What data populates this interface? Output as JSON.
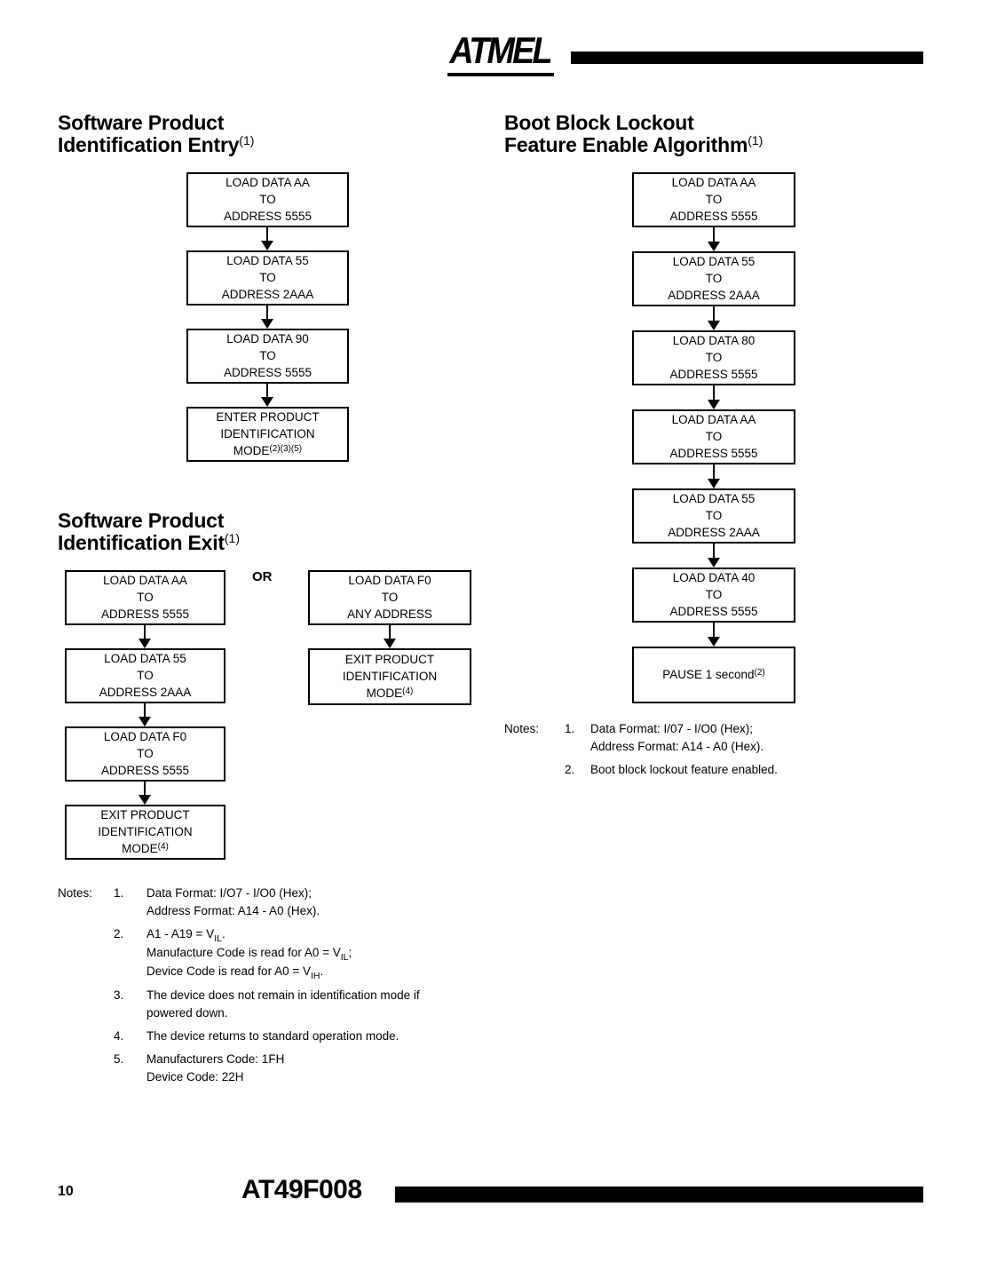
{
  "header": {
    "logo_text": "ATMEL"
  },
  "footer": {
    "page_number": "10",
    "doc_title": "AT49F008"
  },
  "sections": {
    "entry": {
      "title_l1": "Software Product",
      "title_l2": "Identification Entry",
      "title_sup": "(1)"
    },
    "boot": {
      "title_l1": "Boot Block Lockout",
      "title_l2": "Feature Enable Algorithm",
      "title_sup": "(1)"
    },
    "exit": {
      "title_l1": "Software Product",
      "title_l2": "Identification Exit",
      "title_sup": "(1)",
      "or_label": "OR"
    }
  },
  "flow": {
    "entry": {
      "b1": {
        "l1": "LOAD DATA AA",
        "l2": "TO",
        "l3": "ADDRESS 5555"
      },
      "b2": {
        "l1": "LOAD DATA 55",
        "l2": "TO",
        "l3": "ADDRESS 2AAA"
      },
      "b3": {
        "l1": "LOAD DATA 90",
        "l2": "TO",
        "l3": "ADDRESS 5555"
      },
      "b4": {
        "l1": "ENTER PRODUCT",
        "l2": "IDENTIFICATION",
        "l3": "MODE",
        "sup": "(2)(3)(5)"
      }
    },
    "boot": {
      "b1": {
        "l1": "LOAD DATA AA",
        "l2": "TO",
        "l3": "ADDRESS 5555"
      },
      "b2": {
        "l1": "LOAD DATA 55",
        "l2": "TO",
        "l3": "ADDRESS 2AAA"
      },
      "b3": {
        "l1": "LOAD DATA 80",
        "l2": "TO",
        "l3": "ADDRESS 5555"
      },
      "b4": {
        "l1": "LOAD DATA AA",
        "l2": "TO",
        "l3": "ADDRESS 5555"
      },
      "b5": {
        "l1": "LOAD DATA 55",
        "l2": "TO",
        "l3": "ADDRESS 2AAA"
      },
      "b6": {
        "l1": "LOAD DATA 40",
        "l2": "TO",
        "l3": "ADDRESS 5555"
      },
      "b7": {
        "l1": "PAUSE 1 second",
        "sup": "(2)"
      }
    },
    "exit_left": {
      "b1": {
        "l1": "LOAD DATA AA",
        "l2": "TO",
        "l3": "ADDRESS 5555"
      },
      "b2": {
        "l1": "LOAD DATA 55",
        "l2": "TO",
        "l3": "ADDRESS 2AAA"
      },
      "b3": {
        "l1": "LOAD DATA F0",
        "l2": "TO",
        "l3": "ADDRESS 5555"
      },
      "b4": {
        "l1": "EXIT PRODUCT",
        "l2": "IDENTIFICATION",
        "l3": "MODE",
        "sup": "(4)"
      }
    },
    "exit_right": {
      "b1": {
        "l1": "LOAD DATA F0",
        "l2": "TO",
        "l3": "ANY ADDRESS"
      },
      "b2": {
        "l1": "EXIT PRODUCT",
        "l2": "IDENTIFICATION",
        "l3": "MODE",
        "sup": "(4)"
      }
    }
  },
  "notes_left": {
    "label": "Notes:",
    "n1": {
      "num": "1.",
      "l1": "Data Format: I/O7 - I/O0 (Hex);",
      "l2": "Address Format: A14 - A0 (Hex)."
    },
    "n2": {
      "num": "2.",
      "l1a": "A1 - A19 = V",
      "l1sub": "IL",
      "l1b": ".",
      "l2a": "Manufacture Code is read for A0 = V",
      "l2sub": "IL",
      "l2b": ";",
      "l3a": "Device Code is read for A0 = V",
      "l3sub": "IH",
      "l3b": "."
    },
    "n3": {
      "num": "3.",
      "l1": "The device does not remain in identification mode if",
      "l2": "powered down."
    },
    "n4": {
      "num": "4.",
      "l1": "The device returns to standard operation mode."
    },
    "n5": {
      "num": "5.",
      "l1": "Manufacturers Code: 1FH",
      "l2": "Device Code: 22H"
    }
  },
  "notes_right": {
    "label": "Notes:",
    "n1": {
      "num": "1.",
      "l1": "Data Format: I/07 - I/O0 (Hex);",
      "l2": "Address Format: A14 - A0 (Hex)."
    },
    "n2": {
      "num": "2.",
      "l1": "Boot block lockout feature enabled."
    }
  }
}
